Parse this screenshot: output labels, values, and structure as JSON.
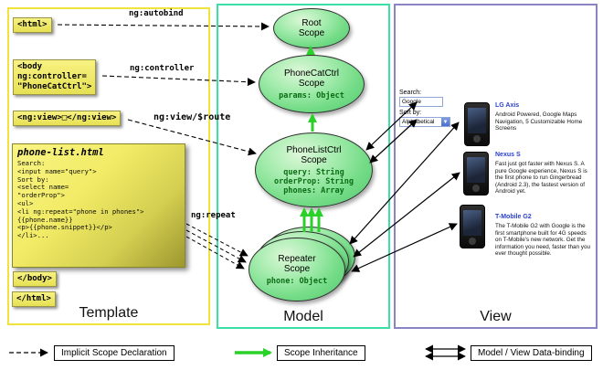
{
  "panels": {
    "template_label": "Template",
    "model_label": "Model",
    "view_label": "View"
  },
  "template": {
    "html_open": "<html>",
    "body_open": "<body\nng:controller=\n\"PhoneCatCtrl\">",
    "ng_view": "<ng:view>□</ng:view>",
    "note_title": "phone-list.html",
    "note_code": "Search:\n<input name=\"query\">\nSort by:\n<select name=\n\"orderProp\">\n<ul>\n<li ng:repeat=\"phone in phones\">\n{{phone.name}}\n<p>{{phone.snippet}}</p>\n</li>...",
    "body_close": "</body>",
    "html_close": "</html>"
  },
  "arrow_labels": {
    "autobind": "ng:autobind",
    "controller": "ng:controller",
    "view_route": "ng:view/$route",
    "repeat": "ng:repeat"
  },
  "model": {
    "root": {
      "title": "Root\nScope"
    },
    "phonecat": {
      "title": "PhoneCatCtrl\nScope",
      "props": "params: Object"
    },
    "phonelist": {
      "title": "PhoneListCtrl\nScope",
      "props": "query: String\norderProp: String\nphones: Array"
    },
    "repeater": {
      "title": "Repeater\nScope",
      "props": "phone: Object"
    }
  },
  "view": {
    "search_label": "Search:",
    "search_value": "Google",
    "sort_label": "Sort by:",
    "sort_value": "Alphabetical",
    "phones": [
      {
        "name": "LG Axis",
        "desc": "Android Powered, Google Maps Navigation, 5 Customizable Home Screens"
      },
      {
        "name": "Nexus S",
        "desc": "Fast just got faster with Nexus S. A pure Google experience, Nexus S is the first phone to run Gingerbread (Android 2.3), the fastest version of Android yet."
      },
      {
        "name": "T-Mobile G2",
        "desc": "The T-Mobile G2 with Google is the first smartphone built for 4G speeds on T-Mobile's new network. Get the information you need, faster than you ever thought possible."
      }
    ]
  },
  "legend": {
    "implicit": "Implicit Scope Declaration",
    "inheritance": "Scope Inheritance",
    "binding": "Model / View Data-binding"
  },
  "icons": {
    "dropdown_arrow": "▼"
  }
}
